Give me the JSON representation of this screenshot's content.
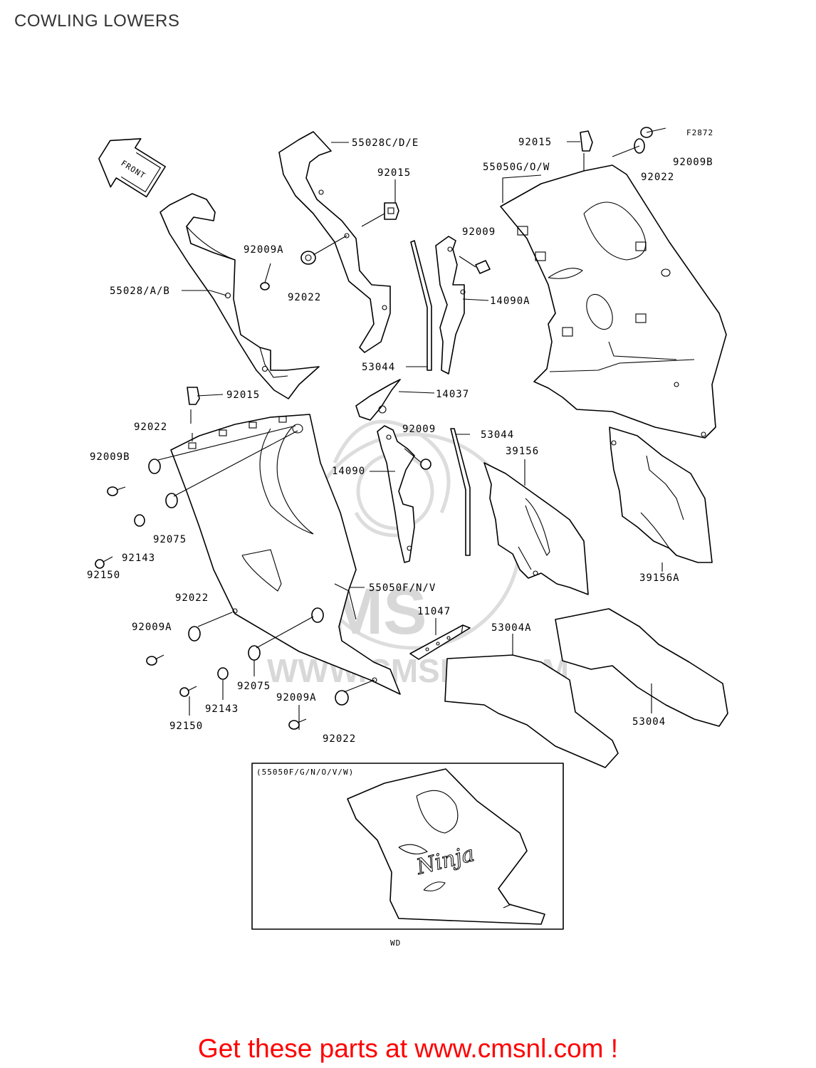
{
  "title": "COWLING LOWERS",
  "figure_code": "F2872",
  "front_arrow_label": "FRONT",
  "watermark": {
    "brand": "CMS",
    "url": "WWW.CMSNL.COM"
  },
  "inset": {
    "label": "(55050F/G/N/O/V/W)",
    "caption": "WD",
    "logo_text": "Ninja"
  },
  "labels": {
    "p55028cde": "55028C/D/E",
    "p92015_a": "92015",
    "p92015_top": "92015",
    "p55050gow": "55050G/O/W",
    "p92009b_top": "92009B",
    "p92022_top": "92022",
    "p92009a_top": "92009A",
    "p55028ab": "55028/A/B",
    "p92022_mid": "92022",
    "p92009_top": "92009",
    "p14090a": "14090A",
    "p53044_top": "53044",
    "p14037": "14037",
    "p92015_left": "92015",
    "p92022_left": "92022",
    "p92009b_left": "92009B",
    "p92075_left": "92075",
    "p92143_left": "92143",
    "p92150_left": "92150",
    "p92009_mid": "92009",
    "p53044_mid": "53044",
    "p14090": "14090",
    "p39156": "39156",
    "p39156a": "39156A",
    "p55050fnv": "55050F/N/V",
    "p92022_low": "92022",
    "p92009a_low": "92009A",
    "p11047": "11047",
    "p53004a": "53004A",
    "p92075_low": "92075",
    "p92143_low": "92143",
    "p92150_low": "92150",
    "p92009a_bottom": "92009A",
    "p92022_bottom": "92022",
    "p53004": "53004"
  },
  "footer": "Get these parts at www.cmsnl.com !",
  "colors": {
    "footer": "#ff0000",
    "title": "#333333",
    "watermark": "#dddddd"
  }
}
